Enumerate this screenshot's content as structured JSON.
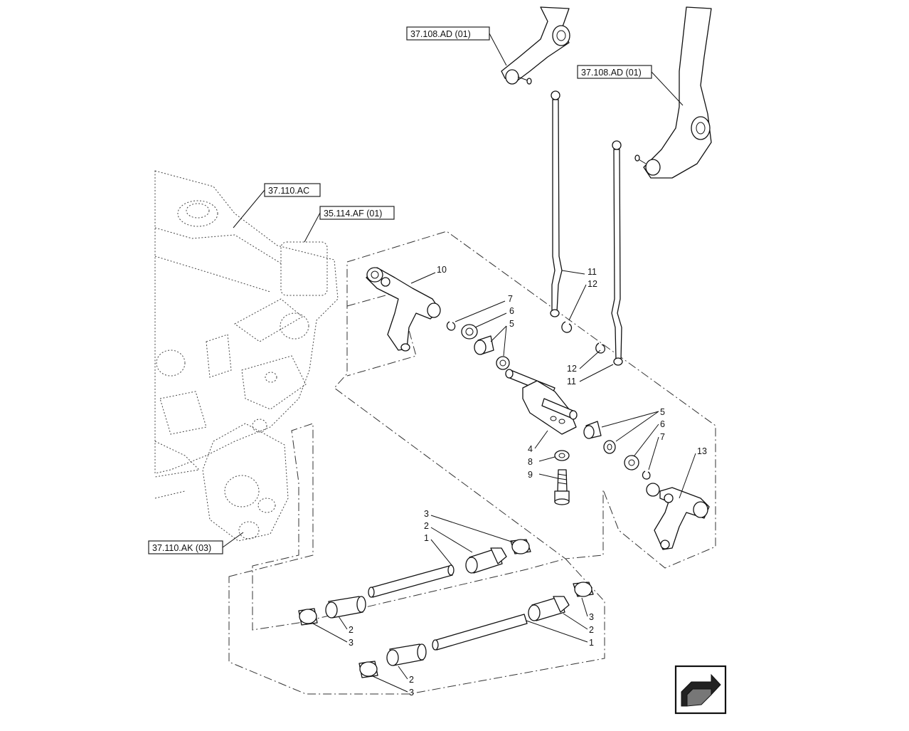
{
  "references": {
    "ref_37_108_ad_a": "37.108.AD (01)",
    "ref_37_108_ad_b": "37.108.AD (01)",
    "ref_37_110_ac": "37.110.AC",
    "ref_35_114_af": "35.114.AF (01)",
    "ref_37_110_ak": "37.110.AK (03)"
  },
  "callouts": {
    "c10": "10",
    "c7a": "7",
    "c6a": "6",
    "c5a": "5",
    "c11a": "11",
    "c12a": "12",
    "c12b": "12",
    "c11b": "11",
    "c5b": "5",
    "c6b": "6",
    "c7b": "7",
    "c13": "13",
    "c4": "4",
    "c8": "8",
    "c9": "9",
    "c3a": "3",
    "c2a": "2",
    "c1a": "1",
    "c3b": "3",
    "c2b": "2",
    "c1b": "1",
    "c2c": "2",
    "c3c": "3",
    "c2d": "2",
    "c3d": "3"
  },
  "nav_icon": "next-page-arrow-icon"
}
